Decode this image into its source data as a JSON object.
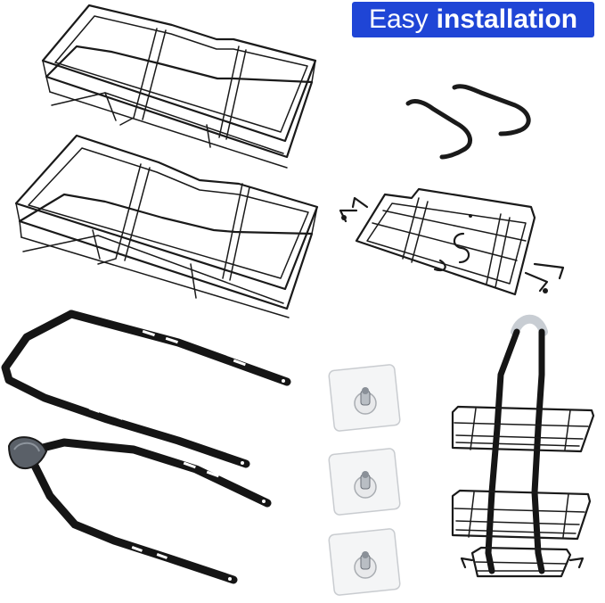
{
  "banner": {
    "word1": "Easy",
    "word2": "installation",
    "background": "#1f45d6",
    "text_color": "#ffffff"
  },
  "parts": [
    "wire-basket",
    "wire-basket",
    "s-hook",
    "s-hook",
    "small-basket-with-hooks",
    "side-frame-rail",
    "top-hanger-frame",
    "adhesive-hook",
    "adhesive-hook",
    "adhesive-hook",
    "assembled-shower-caddy"
  ]
}
